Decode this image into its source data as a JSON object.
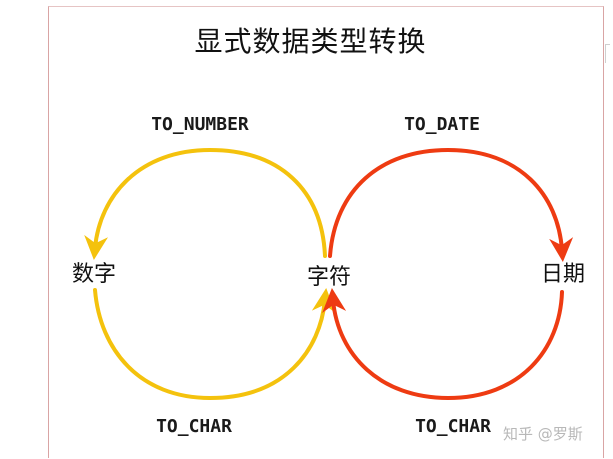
{
  "title": "显式数据类型转换",
  "nodes": {
    "number": "数字",
    "string": "字符",
    "date": "日期"
  },
  "conversions": {
    "to_number": "TO_NUMBER",
    "to_date": "TO_DATE",
    "to_char_left": "TO_CHAR",
    "to_char_right": "TO_CHAR"
  },
  "colors": {
    "left_cycle": "#f4c20d",
    "right_cycle": "#ee3b12",
    "frame": "#d9a4a4"
  },
  "watermark": "知乎 @罗斯"
}
